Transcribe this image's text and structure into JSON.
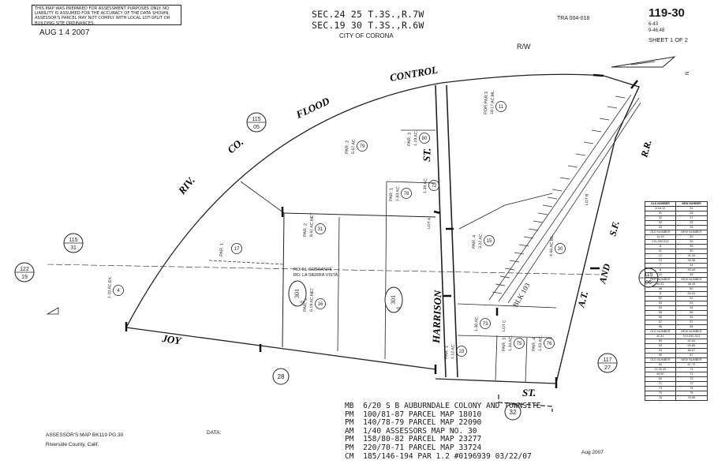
{
  "header": {
    "disclaimer": "THIS MAP WAS PREPARED FOR ASSESSMENT PURPOSES ONLY. NO LIABILITY IS ASSUMED FOR THE ACCURACY OF THE DATA SHOWN. ASSESSOR'S PARCEL MAY NOT COMPLY WITH LOCAL LOT-SPLIT OR BUILDING SITE ORDINANCES.",
    "stamp_date": "AUG 1 4 2007",
    "section_line1": "SEC.24 25 T.3S.,R.7W",
    "section_line2": "SEC.19 30 T.3S.,R.6W",
    "city": "CITY OF CORONA",
    "tra": "TRA 004-018",
    "book_page": "119-30",
    "ref1": "6-43",
    "ref2": "9-46,48",
    "sheet": "SHEET 1 OF 2",
    "row_label": "R/W"
  },
  "streets": {
    "flood_riv": "RIV.",
    "flood_co": "CO.",
    "flood_flood": "FLOOD",
    "flood_control": "CONTROL",
    "joy": "JOY",
    "harrison": "HARRISON",
    "harrison_st": "ST.",
    "st_bottom": "ST.",
    "at": "A.T.",
    "and": "AND",
    "sf": "S.F.",
    "rr": "R.R."
  },
  "parcels": [
    {
      "label": "PAR. 1",
      "area": "",
      "num": "17"
    },
    {
      "label": "PAR. 2",
      "area": "8.61 AC.NET",
      "num": "31"
    },
    {
      "label": "PAR. 1",
      "area": "6.19 AC.NET",
      "num": "16"
    },
    {
      "label": "PAR. 2",
      "area": "5.67 AC.",
      "num": "79"
    },
    {
      "label": "PAR. 3",
      "area": "1.19 AC.",
      "num": "80"
    },
    {
      "label": "PAR. 1",
      "area": "1.83 AC.",
      "num": "78"
    },
    {
      "label": "POR.PAR.3",
      "area": "10.17 AC.ML.",
      "num": "11"
    },
    {
      "label": "PAR. 4",
      "area": "3.22 AC.",
      "num": "15"
    },
    {
      "label": "",
      "area": "4.66 AC.ML.",
      "num": "30"
    },
    {
      "label": "PAR. 1",
      "area": "1.12 AC.",
      "num": "23"
    },
    {
      "label": "PAR. 3",
      "area": "1.34 AC.",
      "num": "75"
    },
    {
      "label": "PAR. 4",
      "area": "1.03 AC.",
      "num": "76"
    },
    {
      "label": "",
      "area": "1.39 AC.",
      "num": "72"
    },
    {
      "label": "",
      "area": "1.30 AC.",
      "num": "73"
    },
    {
      "label": "",
      "area": "1.10 AC.EX.",
      "num": "4"
    }
  ],
  "map_refs": [
    {
      "top": "115",
      "bottom": "05"
    },
    {
      "top": "115",
      "bottom": "31"
    },
    {
      "top": "122",
      "bottom": "19"
    },
    {
      "top": "115",
      "bottom": "06"
    },
    {
      "top": "117",
      "bottom": "27"
    },
    {
      "top": "28",
      "bottom": ""
    },
    {
      "top": "32",
      "bottom": ""
    }
  ],
  "blocks": [
    {
      "num": "301",
      "sub": "01"
    },
    {
      "num": "301",
      "sub": "02"
    }
  ],
  "notes": {
    "rd_sobrante": "RD. EL SOBRANTE",
    "rd_vista": "RD. LA SIERRA VISTA",
    "blk": "BLK 103",
    "lot_a": "LOT A",
    "lot_c": "LOT C",
    "lot_b": "LOT B"
  },
  "legend": [
    {
      "code": "MB",
      "text": "6/20 S B AUBURNDALE COLONY AND TOWNSITE"
    },
    {
      "code": "PM",
      "text": "100/81-87 PARCEL MAP 18010"
    },
    {
      "code": "PM",
      "text": "140/78-79 PARCEL MAP 22090"
    },
    {
      "code": "AM",
      "text": "1/40 ASSESSORS MAP NO. 30"
    },
    {
      "code": "PM",
      "text": "158/80-82 PARCEL MAP 23277"
    },
    {
      "code": "PM",
      "text": "220/70-71 PARCEL MAP 33724"
    },
    {
      "code": "CM",
      "text": "185/146-194 PAR 1.2 #0196939 03/22/07"
    }
  ],
  "footer": {
    "assessor": "ASSESSOR'S MAP BK119 PG.30",
    "county": "Riverside County, Calif.",
    "bottom_date": "Aug 2007",
    "data_label": "DATA:"
  },
  "xref_table": {
    "headers": [
      "OLD NUMBER",
      "NEW NUMBER"
    ],
    "rows": [
      [
        "8,18,19",
        "33"
      ],
      [
        "31",
        "28"
      ],
      [
        "32",
        "27"
      ],
      [
        "34",
        "25"
      ],
      [
        "35",
        "26"
      ],
      [
        "OLD NUMBER",
        "NEW NUMBER"
      ],
      [
        "14,15",
        "30"
      ],
      [
        "110-030-013",
        "30"
      ],
      [
        "8",
        "35"
      ],
      [
        "11",
        "30"
      ],
      [
        "12",
        "31-34"
      ],
      [
        "13",
        "35-36"
      ],
      [
        "7",
        "44"
      ],
      [
        "8",
        "40-44"
      ],
      [
        "10",
        "45"
      ],
      [
        "OLD NUMBER",
        "NEW NUMBER"
      ],
      [
        "40,41",
        "48,49"
      ],
      [
        "46",
        "50"
      ],
      [
        "8",
        "50-51"
      ],
      [
        "52",
        "52"
      ],
      [
        "53",
        "53"
      ],
      [
        "54",
        "54"
      ],
      [
        "55",
        "55"
      ],
      [
        "56",
        "56"
      ],
      [
        "57",
        "57"
      ],
      [
        "58",
        "58"
      ],
      [
        "OLD NUMBER",
        "NEW NUMBER"
      ],
      [
        "40,41",
        "110-030-024"
      ],
      [
        "50",
        "61-64"
      ],
      [
        "53",
        "63-65"
      ],
      [
        "54",
        "65,67"
      ],
      [
        "55",
        "67"
      ],
      [
        "OLD NUMBER",
        "NEW NUMBER"
      ],
      [
        "60",
        "67-72"
      ],
      [
        "22,30,40",
        "71"
      ],
      [
        "45,50",
        "71"
      ],
      [
        "69",
        "73"
      ],
      [
        "71",
        "72"
      ],
      [
        "73",
        "74"
      ],
      [
        "75",
        "75"
      ],
      [
        "76",
        "76-80"
      ]
    ]
  }
}
